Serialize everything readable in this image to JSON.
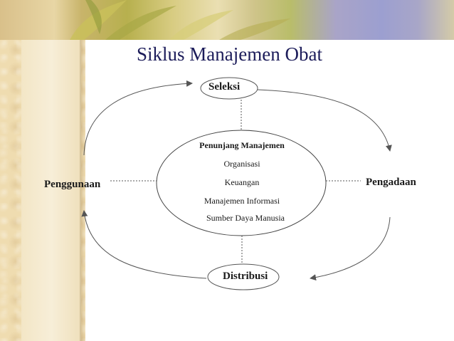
{
  "title": "Siklus Manajemen Obat",
  "nodes": {
    "top": "Seleksi",
    "right": "Pengadaan",
    "bottom": "Distribusi",
    "left": "Penggunaan"
  },
  "center": {
    "heading": "Penunjang Manajemen",
    "items": [
      "Organisasi",
      "Keuangan",
      "Manajemen Informasi",
      "Sumber Daya Manusia"
    ]
  },
  "colors": {
    "title": "#1c1c5a",
    "text": "#1a1a1a",
    "stroke": "#555555"
  }
}
